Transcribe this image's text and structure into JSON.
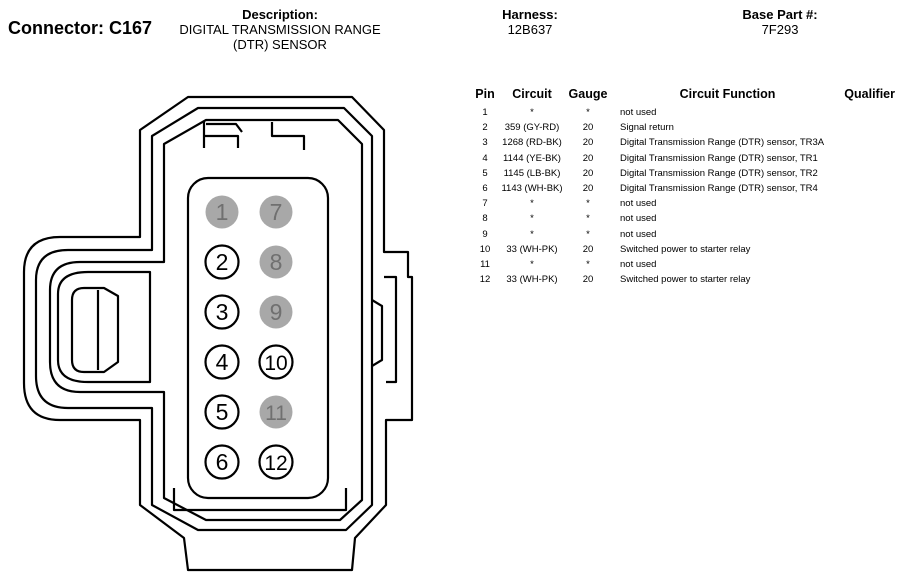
{
  "connector": {
    "label": "Connector: C167"
  },
  "header": {
    "description_label": "Description:",
    "description_line1": "DIGITAL TRANSMISSION RANGE",
    "description_line2": "(DTR) SENSOR",
    "harness_label": "Harness:",
    "harness_value": "12B637",
    "base_part_label": "Base Part #:",
    "base_part_value": "7F293"
  },
  "table": {
    "columns": [
      "Pin",
      "Circuit",
      "Gauge",
      "Circuit Function",
      "Qualifier"
    ],
    "rows": [
      {
        "pin": "1",
        "circuit": "*",
        "gauge": "*",
        "function": "not used",
        "qualifier": ""
      },
      {
        "pin": "2",
        "circuit": "359 (GY-RD)",
        "gauge": "20",
        "function": "Signal return",
        "qualifier": ""
      },
      {
        "pin": "3",
        "circuit": "1268 (RD-BK)",
        "gauge": "20",
        "function": "Digital Transmission Range (DTR) sensor, TR3A",
        "qualifier": ""
      },
      {
        "pin": "4",
        "circuit": "1144 (YE-BK)",
        "gauge": "20",
        "function": "Digital Transmission Range (DTR) sensor, TR1",
        "qualifier": ""
      },
      {
        "pin": "5",
        "circuit": "1145 (LB-BK)",
        "gauge": "20",
        "function": "Digital Transmission Range (DTR) sensor, TR2",
        "qualifier": ""
      },
      {
        "pin": "6",
        "circuit": "1143 (WH-BK)",
        "gauge": "20",
        "function": "Digital Transmission Range (DTR) sensor, TR4",
        "qualifier": ""
      },
      {
        "pin": "7",
        "circuit": "*",
        "gauge": "*",
        "function": "not used",
        "qualifier": ""
      },
      {
        "pin": "8",
        "circuit": "*",
        "gauge": "*",
        "function": "not used",
        "qualifier": ""
      },
      {
        "pin": "9",
        "circuit": "*",
        "gauge": "*",
        "function": "not used",
        "qualifier": ""
      },
      {
        "pin": "10",
        "circuit": "33 (WH-PK)",
        "gauge": "20",
        "function": "Switched power to starter relay",
        "qualifier": ""
      },
      {
        "pin": "11",
        "circuit": "*",
        "gauge": "*",
        "function": "not used",
        "qualifier": ""
      },
      {
        "pin": "12",
        "circuit": "33 (WH-PK)",
        "gauge": "20",
        "function": "Switched power to starter relay",
        "qualifier": ""
      }
    ]
  },
  "diagram": {
    "used_pin_fill": "#ffffff",
    "unused_pin_fill": "#a8a8a8",
    "unused_text_color": "#707070",
    "pins": [
      {
        "label": "1",
        "used": false
      },
      {
        "label": "7",
        "used": false
      },
      {
        "label": "2",
        "used": true
      },
      {
        "label": "8",
        "used": false
      },
      {
        "label": "3",
        "used": true
      },
      {
        "label": "9",
        "used": false
      },
      {
        "label": "4",
        "used": true
      },
      {
        "label": "10",
        "used": true
      },
      {
        "label": "5",
        "used": true
      },
      {
        "label": "11",
        "used": false
      },
      {
        "label": "6",
        "used": true
      },
      {
        "label": "12",
        "used": true
      }
    ]
  }
}
